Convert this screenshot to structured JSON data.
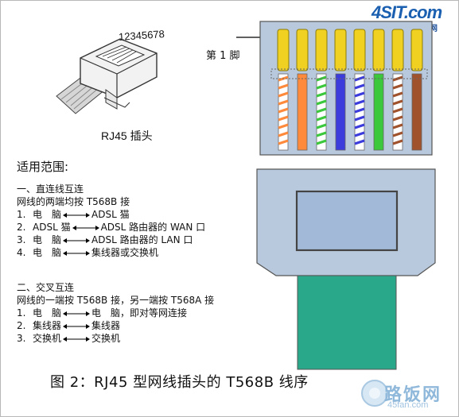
{
  "watermark_top": {
    "main": "4SIT.com",
    "sub": "电脑软硬件应用网"
  },
  "plug": {
    "pin_digits": "12345678",
    "caption": "RJ45 插头"
  },
  "pin_label": "第 1 脚",
  "scope_title": "适用范围:",
  "straight": {
    "heading": "一、直连线互连",
    "subheading": "网线的两端均按 T568B 接",
    "rows": [
      {
        "num": "1.",
        "left": "电　脑",
        "right": "ADSL 猫"
      },
      {
        "num": "2.",
        "left": "ADSL 猫",
        "right": "ADSL 路由器的 WAN 口"
      },
      {
        "num": "3.",
        "left": "电　脑",
        "right": "ADSL 路由器的 LAN 口"
      },
      {
        "num": "4.",
        "left": "电　脑",
        "right": "集线器或交换机"
      }
    ]
  },
  "crossover": {
    "heading": "二、交叉互连",
    "subheading": "网线的一端按 T568B 接，另一端按 T568A 接",
    "rows": [
      {
        "num": "1.",
        "left": "电　脑",
        "right": "电　脑，即对等网连接"
      },
      {
        "num": "2.",
        "left": "集线器",
        "right": "集线器"
      },
      {
        "num": "3.",
        "left": "交换机",
        "right": "交换机"
      }
    ]
  },
  "caption": "图 2：RJ45 型网线插头的 T568B 线序",
  "watermark_bottom": {
    "main": "路饭网",
    "sub": "45fan.com"
  },
  "colors": {
    "connector_body": "#b8c8dc",
    "connector_outline": "#555555",
    "cable": "#2aa88a",
    "window": "#a4bcd8",
    "pin_gold": "#f0d020",
    "wire_orange": "#ff8a3c",
    "wire_green": "#3cc83c",
    "wire_blue": "#3c3cdc",
    "wire_brown": "#a0522d"
  },
  "wires_t568b": [
    {
      "pin": 1,
      "base": "#ffffff",
      "stripe": "#ff8a3c"
    },
    {
      "pin": 2,
      "base": "#ff8a3c",
      "stripe": null
    },
    {
      "pin": 3,
      "base": "#ffffff",
      "stripe": "#3cc83c"
    },
    {
      "pin": 4,
      "base": "#3c3cdc",
      "stripe": null
    },
    {
      "pin": 5,
      "base": "#ffffff",
      "stripe": "#3c3cdc"
    },
    {
      "pin": 6,
      "base": "#3cc83c",
      "stripe": null
    },
    {
      "pin": 7,
      "base": "#ffffff",
      "stripe": "#a0522d"
    },
    {
      "pin": 8,
      "base": "#a0522d",
      "stripe": null
    }
  ]
}
